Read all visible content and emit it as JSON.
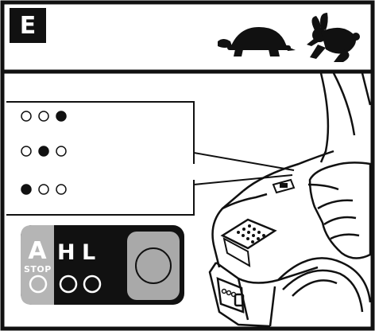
{
  "step_label": "E",
  "speed_icons": {
    "slow": "turtle-icon",
    "fast": "rabbit-icon"
  },
  "indicator_rows": [
    {
      "leds": [
        "off",
        "off",
        "on"
      ]
    },
    {
      "leds": [
        "off",
        "on",
        "off"
      ]
    },
    {
      "leds": [
        "on",
        "off",
        "off"
      ]
    }
  ],
  "control_panel": {
    "auto_label": "A",
    "stop_label": "STOP",
    "high_label": "H",
    "low_label": "L",
    "colors": {
      "panel": "#111111",
      "auto_section": "#b5b5b5",
      "button": "#a9a9a9",
      "led_ring": "#ffffff"
    }
  }
}
